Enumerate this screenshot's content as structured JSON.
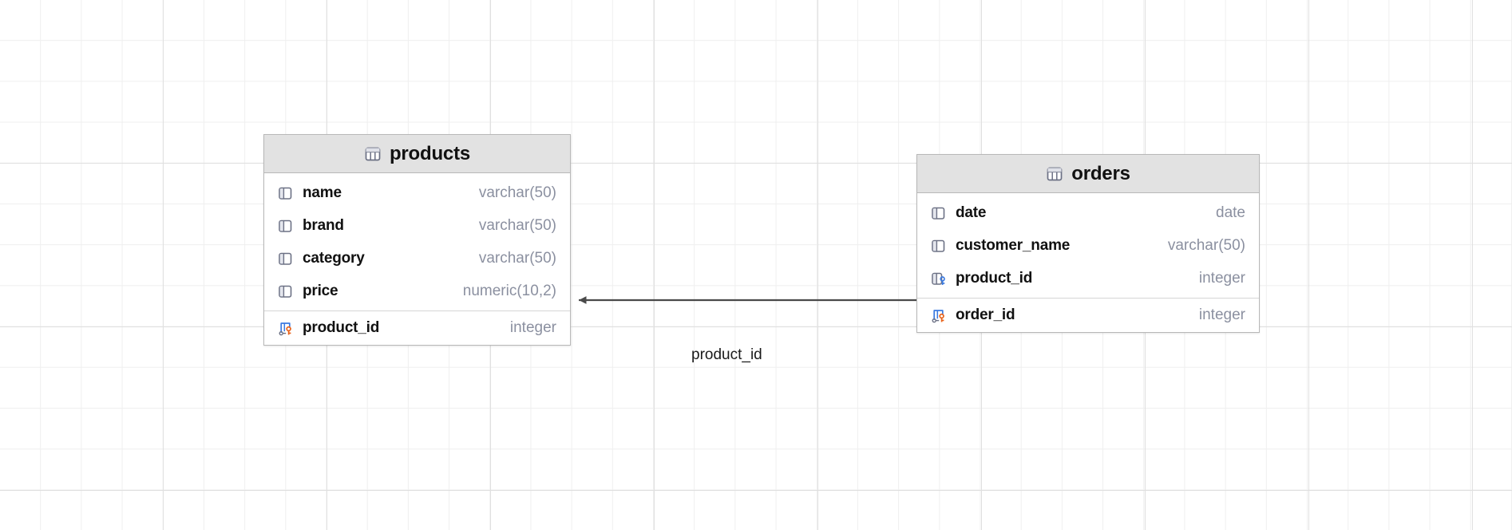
{
  "canvas": {
    "grid": {
      "minor_color": "#efefef",
      "major_color": "#e0e0e0",
      "background": "#ffffff"
    }
  },
  "entities": [
    {
      "name": "products",
      "table_icon": "table-icon",
      "fields": [
        {
          "name": "name",
          "type": "varchar(50)",
          "icon": "column-icon",
          "key": "none"
        },
        {
          "name": "brand",
          "type": "varchar(50)",
          "icon": "column-icon",
          "key": "none"
        },
        {
          "name": "category",
          "type": "varchar(50)",
          "icon": "column-icon",
          "key": "none"
        },
        {
          "name": "price",
          "type": "numeric(10,2)",
          "icon": "column-icon",
          "key": "none"
        },
        {
          "name": "product_id",
          "type": "integer",
          "icon": "primary-key-icon",
          "key": "primary"
        }
      ]
    },
    {
      "name": "orders",
      "table_icon": "table-icon",
      "fields": [
        {
          "name": "date",
          "type": "date",
          "icon": "column-icon",
          "key": "none"
        },
        {
          "name": "customer_name",
          "type": "varchar(50)",
          "icon": "column-icon",
          "key": "none"
        },
        {
          "name": "product_id",
          "type": "integer",
          "icon": "foreign-key-icon",
          "key": "foreign"
        },
        {
          "name": "order_id",
          "type": "integer",
          "icon": "primary-key-icon",
          "key": "primary"
        }
      ]
    }
  ],
  "relationships": [
    {
      "label": "product_id",
      "from_entity": "orders",
      "from_field": "product_id",
      "to_entity": "products",
      "to_field": "product_id",
      "arrow": "arrow-left"
    }
  ],
  "colors": {
    "header_fill": "#e2e2e2",
    "border": "#b8b8b8",
    "field_name": "#111111",
    "field_type": "#8b90a0",
    "icon_gray": "#6b7084",
    "icon_blue": "#3b7ae0",
    "icon_orange": "#e8621a",
    "relation_line": "#4a4a4a"
  }
}
